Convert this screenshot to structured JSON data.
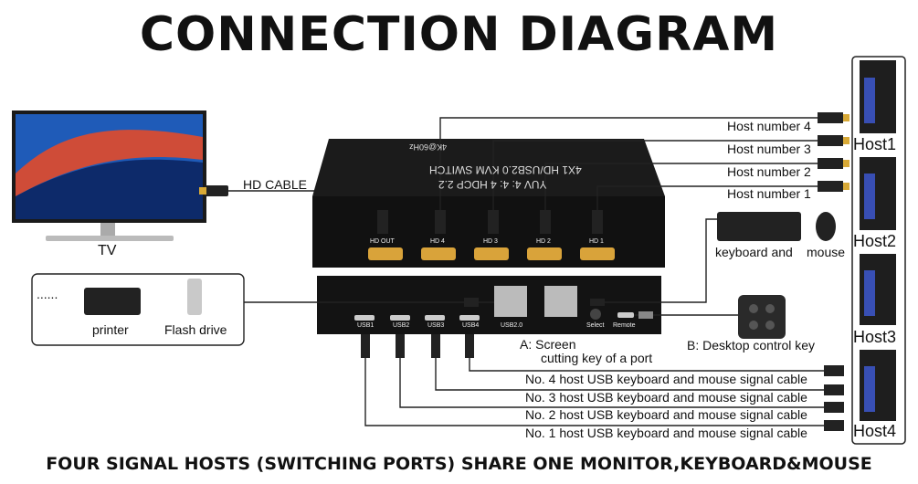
{
  "title": "CONNECTION DIAGRAM",
  "footer": "FOUR SIGNAL HOSTS (SWITCHING PORTS) SHARE ONE MONITOR,KEYBOARD&MOUSE",
  "tv_label": "TV",
  "hd_cable_label": "HD CABLE",
  "host_numbers": [
    "Host number 4",
    "Host number 3",
    "Host number 2",
    "Host number 1"
  ],
  "hosts": [
    "Host1",
    "Host2",
    "Host3",
    "Host4"
  ],
  "keyboard_label": "keyboard and",
  "mouse_label": "mouse",
  "printer_label": "printer",
  "flash_label": "Flash drive",
  "dots": "......",
  "key_a": "A:  Screen",
  "key_a2": "cutting key of a port",
  "key_b": "B:  Desktop control key",
  "usb_cables": [
    "No. 4 host USB keyboard and mouse signal cable",
    "No. 3 host USB keyboard and mouse signal cable",
    "No. 2 host USB keyboard and mouse signal cable",
    "No. 1 host USB keyboard and mouse signal cable"
  ],
  "device": {
    "top_text": "4X1 HD/USB2.0 KVM SWITCH",
    "top_text2": "YUV 4: 4: 4  HDCP 2.2",
    "badge": "4K@60Hz",
    "hdmi_ports": [
      "HD OUT",
      "HD 4",
      "HD 3",
      "HD 2",
      "HD 1"
    ],
    "usb_ports": [
      "USB1",
      "USB2",
      "USB3",
      "USB4"
    ],
    "usb2_label": "USB2.0",
    "select_label": "Select",
    "remote_label": "Remote"
  }
}
